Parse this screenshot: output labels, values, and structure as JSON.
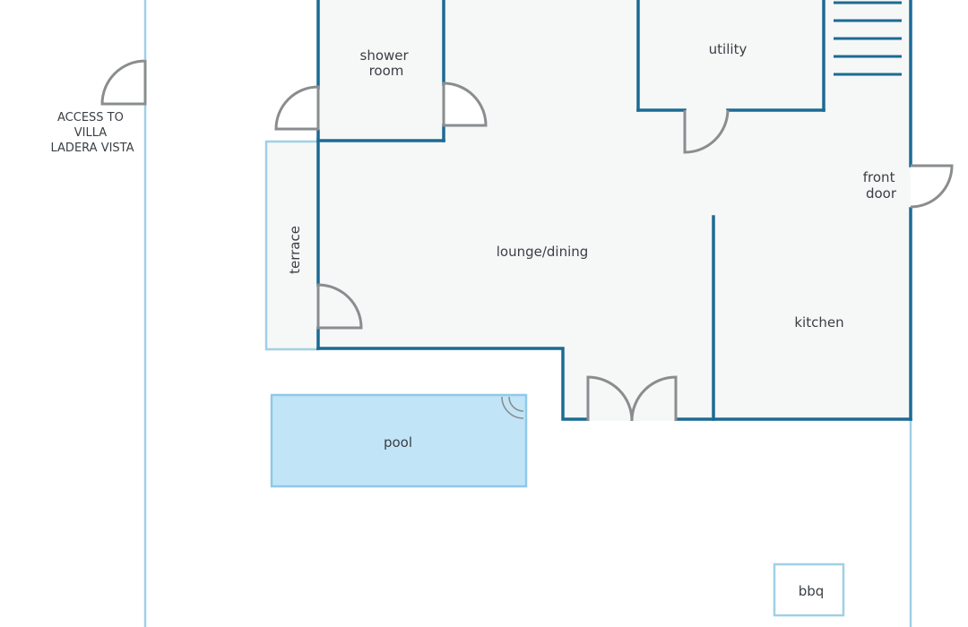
{
  "rooms": {
    "shower_room": [
      "shower",
      "room"
    ],
    "utility": "utility",
    "front_door": [
      "front",
      "door"
    ],
    "lounge_dining": "lounge/dining",
    "kitchen": "kitchen",
    "terrace": "terrace",
    "pool": "pool",
    "bbq": "bbq"
  },
  "access_note": [
    "ACCESS TO",
    "VILLA",
    "LADERA VISTA"
  ],
  "colors": {
    "wall": "#1b6b93",
    "outdoor_line": "#9fd0e6",
    "floor": "#f6f7f7",
    "door": "#8a8d8f",
    "pool_fill": "#c2e4f7",
    "pool_edge": "#8fc9e8",
    "text": "#3a3f44"
  }
}
